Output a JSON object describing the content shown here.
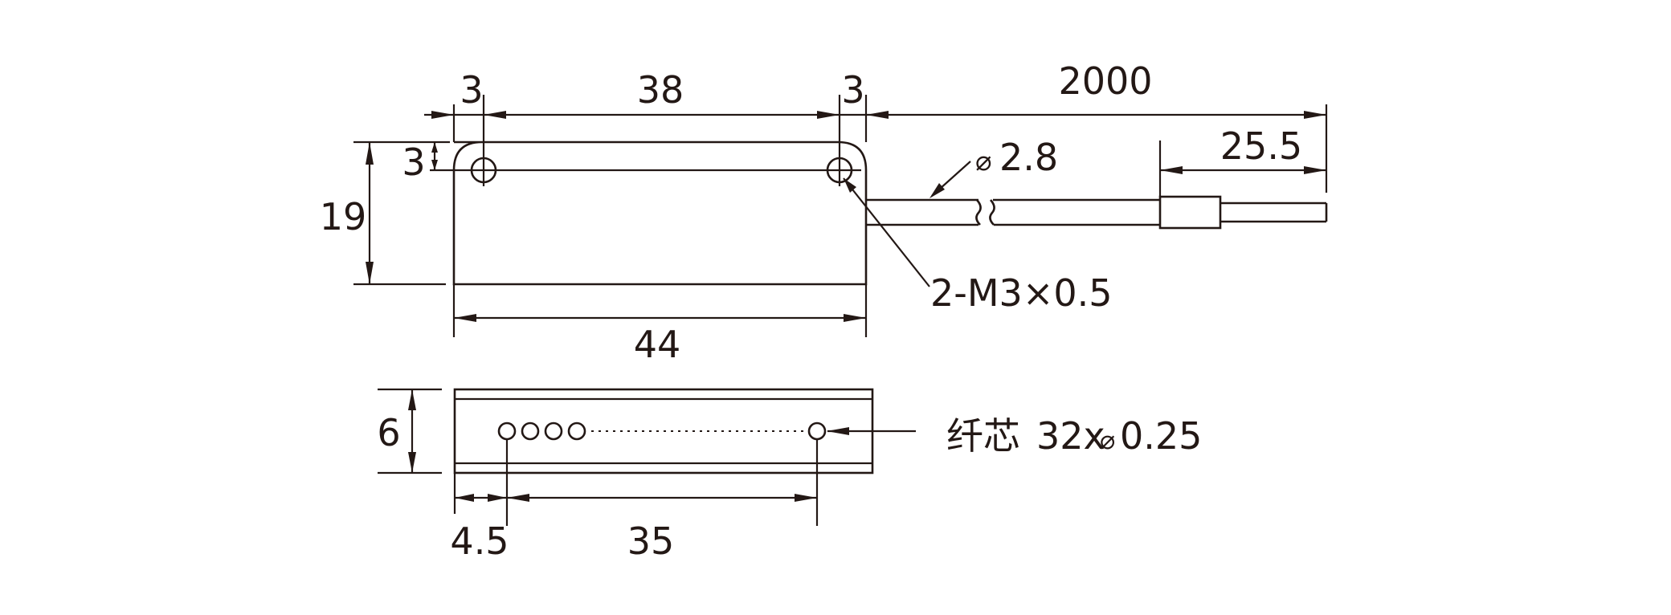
{
  "top_view": {
    "dim_left_offset": "3",
    "dim_hole_spacing": "38",
    "dim_right_offset": "3",
    "dim_cable_length": "2000",
    "dim_hole_height": "3",
    "dim_body_height": "19",
    "dim_body_width": "44",
    "cable_diameter": "2.8",
    "cable_diameter_symbol": "⌀",
    "dim_end_length": "25.5",
    "hole_callout": "2-M3×0.5"
  },
  "side_view": {
    "dim_thickness": "6",
    "dim_first_core_offset": "4.5",
    "dim_core_span": "35",
    "core_label_cn": "纤芯",
    "core_spec_count": "32x",
    "core_spec_diameter_symbol": "⌀",
    "core_spec_size": "0.25"
  },
  "colors": {
    "line": "#231815",
    "background": "#ffffff"
  }
}
